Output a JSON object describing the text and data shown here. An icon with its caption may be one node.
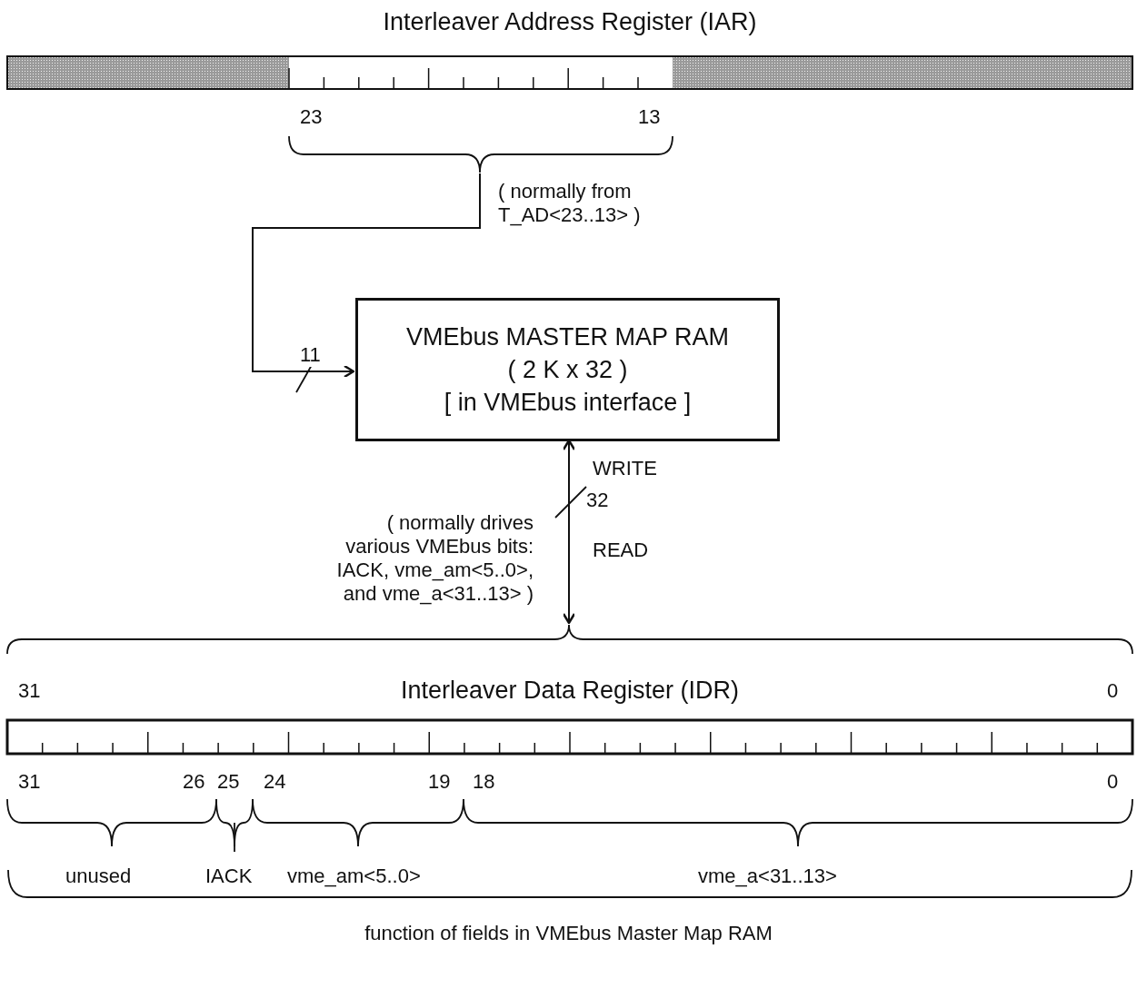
{
  "diagram": {
    "caption": "function of fields in VMEbus Master Map RAM",
    "nodes": [
      {
        "text": [
          "Interleaver Address Register (IAR)"
        ]
      },
      {
        "text": [
          "VMEbus MASTER MAP RAM",
          "( 2 K x 32 )",
          "[ in VMEbus interface ]"
        ]
      },
      {
        "text": [
          "Interleaver Data Register (IDR)"
        ]
      }
    ],
    "edges": [
      {
        "from": 0,
        "to": 1,
        "arrow": "to",
        "label": "11"
      },
      {
        "from": 1,
        "to": 2,
        "arrow": "both",
        "label": "32"
      }
    ],
    "labels": [
      "23",
      "13",
      "( normally from T_AD<23..13> )",
      "WRITE",
      "( normally drives various VMEbus bits: IACK, vme_am<5..0>, and vme_a<31..13> )",
      "READ",
      "31",
      "0",
      "31",
      "26",
      "25",
      "24",
      "19",
      "18",
      "0",
      "unused",
      "IACK",
      "vme_am<5..0>",
      "vme_a<31..13>"
    ]
  }
}
